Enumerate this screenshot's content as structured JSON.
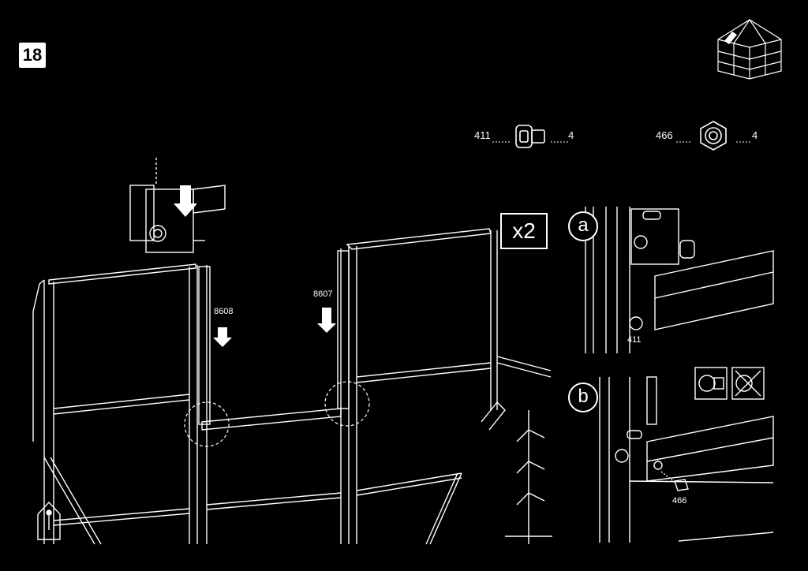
{
  "step": {
    "number": "18"
  },
  "hardware": [
    {
      "part": "411",
      "qty": "4",
      "icon": "bolt-icon"
    },
    {
      "part": "466",
      "qty": "4",
      "icon": "nut-icon"
    }
  ],
  "assembly": {
    "part_left": "8608",
    "part_right": "8607",
    "multiplier": "x2"
  },
  "details": {
    "a": {
      "letter": "a",
      "part": "411"
    },
    "b": {
      "letter": "b",
      "part": "466"
    }
  },
  "colors": {
    "background": "#000000",
    "line": "#ffffff"
  }
}
